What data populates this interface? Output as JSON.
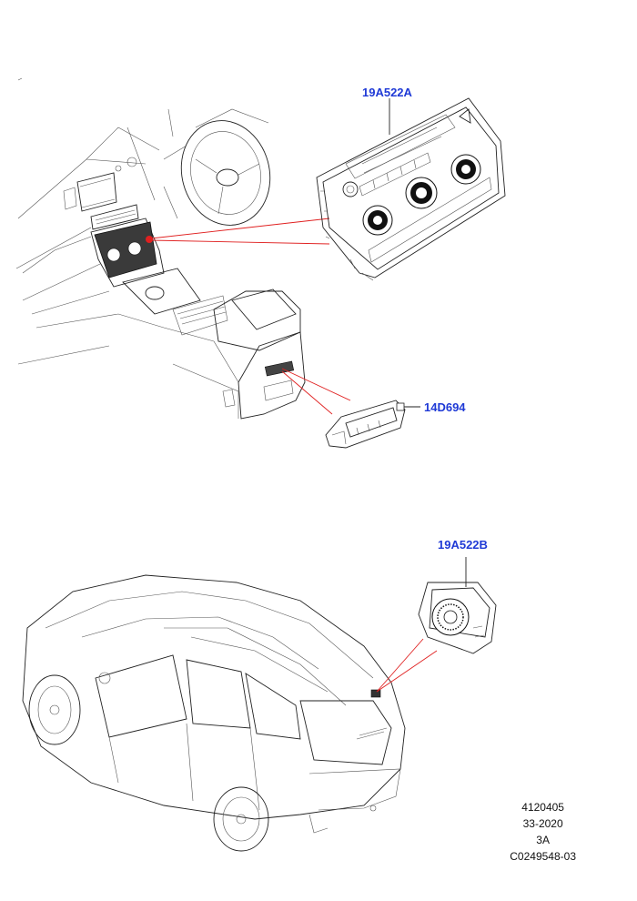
{
  "callouts": [
    {
      "id": "front-climate-control",
      "label": "19A522A"
    },
    {
      "id": "rear-climate-switch",
      "label": "14D694"
    },
    {
      "id": "rear-climate-control",
      "label": "19A522B"
    }
  ],
  "footer": {
    "line1": "4120405",
    "line2": "33-2020",
    "line3": "3A",
    "line4": "C0249548-03"
  },
  "colors": {
    "callout_text": "#1f3ad6",
    "leader_lines": "#e02020",
    "drawing_lines": "#222222"
  }
}
